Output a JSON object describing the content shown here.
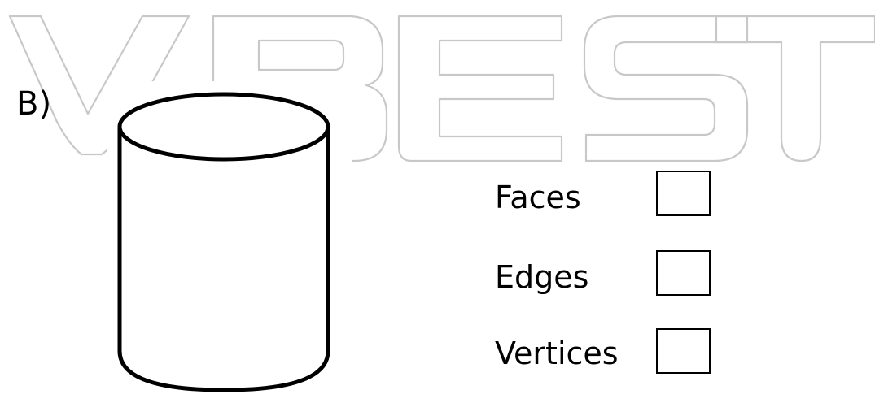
{
  "watermark": {
    "text": "VBEST",
    "color": "#c8c8c8"
  },
  "question": {
    "label": "B)"
  },
  "figure": {
    "shape": "cylinder"
  },
  "answers": [
    {
      "label": "Faces",
      "value": ""
    },
    {
      "label": "Edges",
      "value": ""
    },
    {
      "label": "Vertices",
      "value": ""
    }
  ]
}
